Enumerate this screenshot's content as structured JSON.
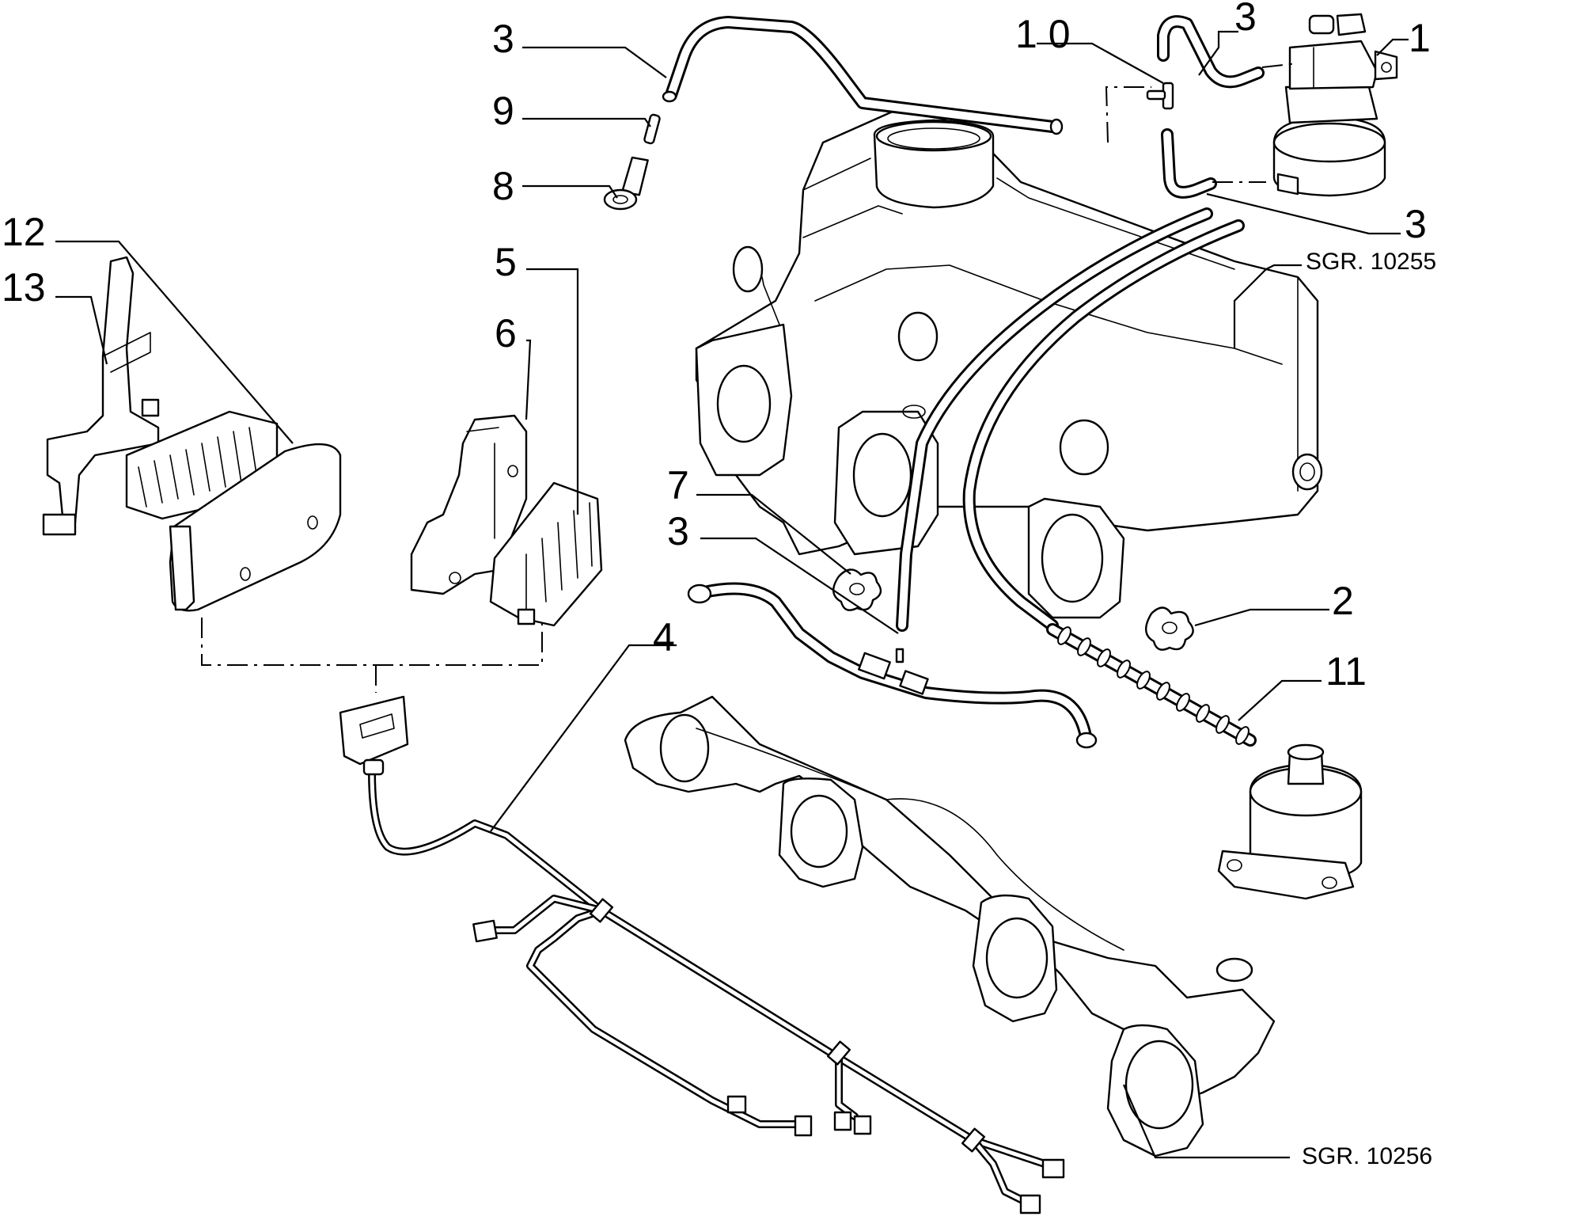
{
  "callouts": {
    "c1": "1",
    "c2": "2",
    "c3a": "3",
    "c3b": "3",
    "c3c": "3",
    "c3d": "3",
    "c4": "4",
    "c5": "5",
    "c6": "6",
    "c7": "7",
    "c8": "8",
    "c9": "9",
    "c10": "1 0",
    "c11": "11",
    "c12": "12",
    "c13": "13"
  },
  "references": {
    "intake": "SGR. 10255",
    "exhaust": "SGR. 10256"
  }
}
